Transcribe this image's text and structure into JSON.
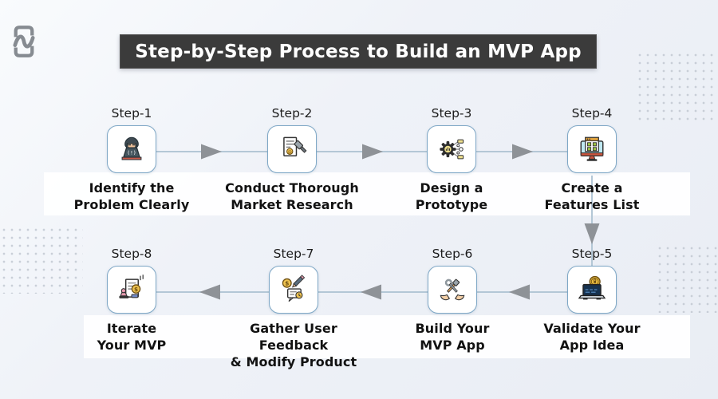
{
  "title": "Step-by-Step Process to Build an MVP App",
  "colors": {
    "title_bg": "#3b3b3b",
    "title_text": "#ffffff",
    "box_border": "#7ea7c6",
    "connector_line": "#b4c7d6",
    "arrow": "#8e9297",
    "background": "#edf1f7",
    "caption_band": "#ffffff"
  },
  "flow": {
    "row1_direction": "right",
    "row2_direction": "left"
  },
  "steps": [
    {
      "step_label": "Step-1",
      "title_line1": "Identify the",
      "title_line2": "Problem Clearly",
      "icon": "developer-at-laptop-icon"
    },
    {
      "step_label": "Step-2",
      "title_line1": "Conduct Thorough",
      "title_line2": "Market Research",
      "icon": "research-document-icon"
    },
    {
      "step_label": "Step-3",
      "title_line1": "Design a",
      "title_line2": "Prototype",
      "icon": "gear-workflow-icon"
    },
    {
      "step_label": "Step-4",
      "title_line1": "Create a",
      "title_line2": "Features List",
      "icon": "features-monitor-icon"
    },
    {
      "step_label": "Step-5",
      "title_line1": "Validate Your",
      "title_line2": "App Idea",
      "icon": "validate-laptop-icon"
    },
    {
      "step_label": "Step-6",
      "title_line1": "Build Your",
      "title_line2": "MVP App",
      "icon": "hands-with-tools-icon"
    },
    {
      "step_label": "Step-7",
      "title_line1": "Gather User Feedback",
      "title_line2": "& Modify Product",
      "icon": "feedback-pencil-coin-icon"
    },
    {
      "step_label": "Step-8",
      "title_line1": "Iterate",
      "title_line2": "Your MVP",
      "icon": "iterate-stamp-document-icon"
    }
  ]
}
